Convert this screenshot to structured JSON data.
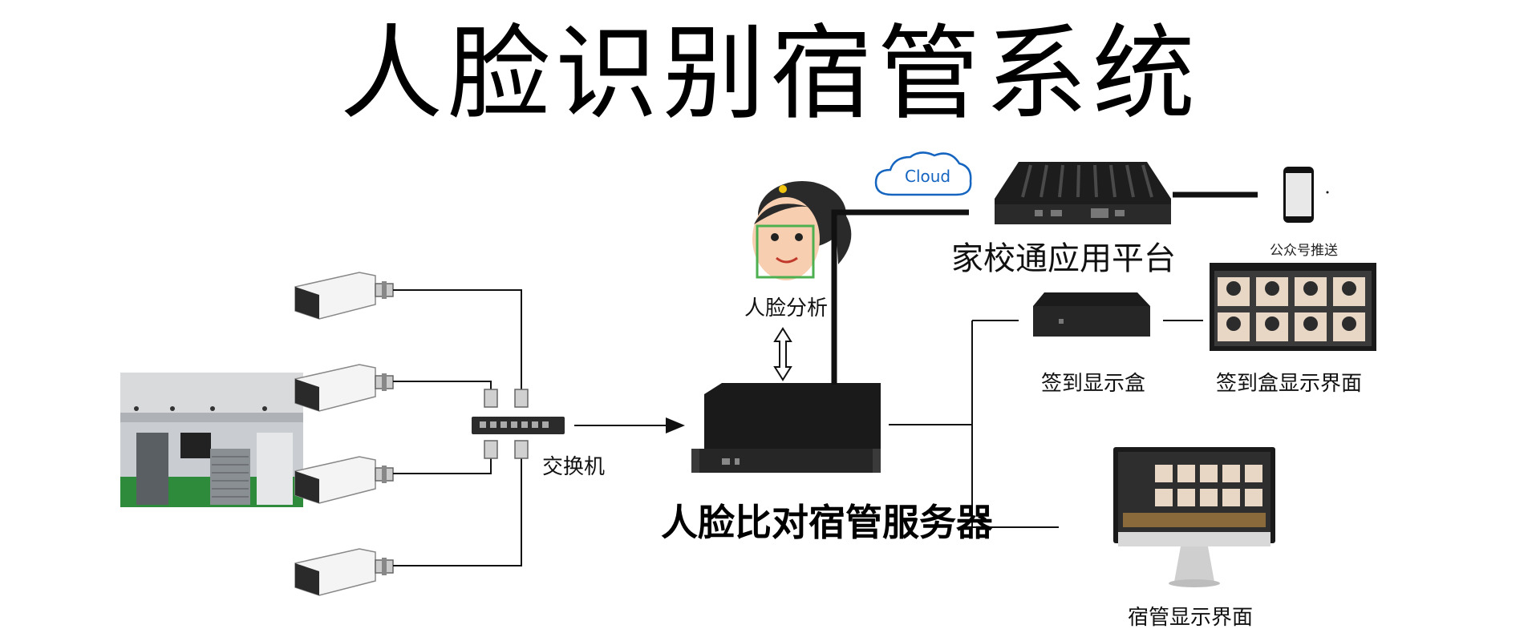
{
  "title": "人脸识别宿管系统",
  "labels": {
    "switch": "交换机",
    "face_analysis": "人脸分析",
    "cloud": "Cloud",
    "platform": "家校通应用平台",
    "wechat_push": "公众号推送",
    "checkin_box": "签到显示盒",
    "checkin_screen": "签到盒显示界面",
    "server": "人脸比对宿管服务器",
    "dorm_screen": "宿管显示界面"
  },
  "colors": {
    "line": "#111111",
    "face_box": "#4caf50",
    "cloud": "#1565c0",
    "device": "#1a1a1a"
  },
  "icons": [
    "camera-icon",
    "switch-icon",
    "face-icon",
    "cloud-icon",
    "mini-pc-icon",
    "phone-icon",
    "display-box-icon",
    "monitor-icon",
    "server-icon",
    "arrow-icon"
  ]
}
